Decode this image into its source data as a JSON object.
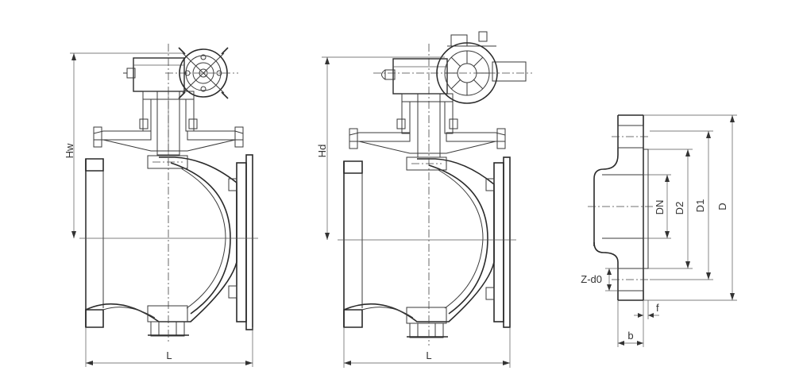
{
  "labels": {
    "hw": "Hw",
    "l_left": "L",
    "hd": "Hd",
    "l_right": "L",
    "dn": "DN",
    "d2": "D2",
    "d1": "D1",
    "d": "D",
    "z_d0": "Z-d0",
    "f": "f",
    "b": "b"
  }
}
